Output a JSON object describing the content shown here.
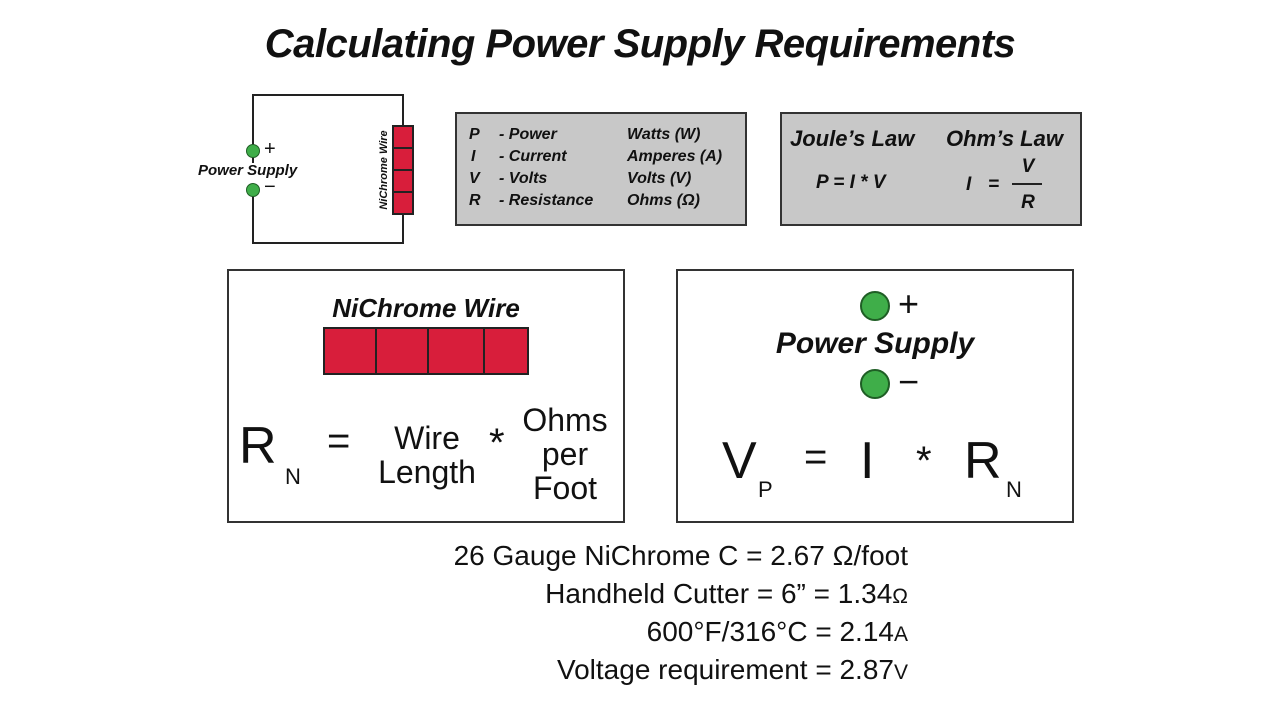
{
  "title": "Calculating Power Supply Requirements",
  "circuit": {
    "power_supply_label": "Power Supply",
    "plus": "+",
    "minus": "−",
    "wire_label": "NiChrome Wire"
  },
  "legend": {
    "rows": [
      {
        "symbol": "P",
        "name": "- Power",
        "unit": "Watts (W)"
      },
      {
        "symbol": "I",
        "name": "- Current",
        "unit": "Amperes (A)"
      },
      {
        "symbol": "V",
        "name": "- Volts",
        "unit": "Volts (V)"
      },
      {
        "symbol": "R",
        "name": "- Resistance",
        "unit": "Ohms (Ω)"
      }
    ]
  },
  "laws": {
    "joule_title": "Joule’s Law",
    "joule_formula": "P = I * V",
    "ohm_title": "Ohm’s Law",
    "ohm_lhs": "I",
    "ohm_eq": "=",
    "ohm_num": "V",
    "ohm_den": "R"
  },
  "wire_panel": {
    "heading": "NiChrome Wire",
    "r": "R",
    "r_sub": "N",
    "eq": "=",
    "wire_length_1": "Wire",
    "wire_length_2": "Length",
    "times": "*",
    "ohms_1": "Ohms",
    "ohms_2": "per",
    "ohms_3": "Foot"
  },
  "supply_panel": {
    "plus": "+",
    "minus": "−",
    "label": "Power Supply",
    "v": "V",
    "v_sub": "P",
    "eq": "=",
    "i": "I",
    "times": "*",
    "r": "R",
    "r_sub": "N"
  },
  "notes": [
    {
      "text": "26 Gauge NiChrome C = 2.67 Ω/foot",
      "unit": ""
    },
    {
      "text": "Handheld Cutter = 6” = 1.34",
      "unit": "Ω"
    },
    {
      "text": "600°F/316°C = 2.14",
      "unit": "A"
    },
    {
      "text": "Voltage requirement = 2.87",
      "unit": "V"
    }
  ]
}
